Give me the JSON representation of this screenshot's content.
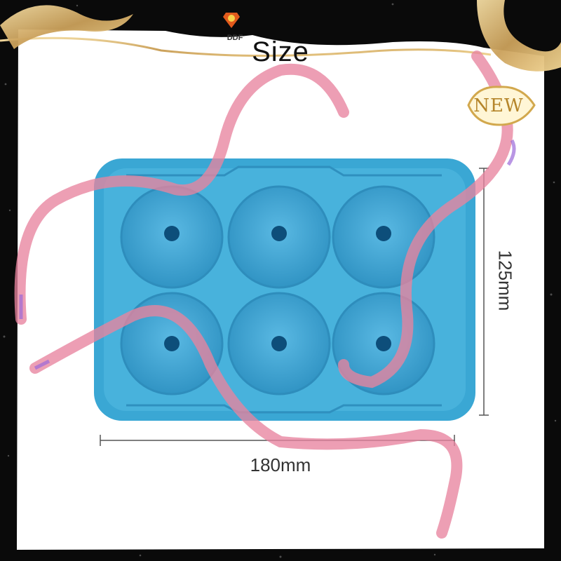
{
  "brand": {
    "logo_text": "DDF"
  },
  "title": "Size",
  "badge": {
    "label": "NEW"
  },
  "dimensions": {
    "width": "180mm",
    "height": "125mm"
  },
  "product": {
    "name": "six-cavity silicone ice mold",
    "cavities": 6,
    "color": "#3aa7d4"
  },
  "colors": {
    "frame": "#0a0a0a",
    "gold": "#d8b36a",
    "ribbon": "#e88aa6",
    "background": "#ffffff"
  }
}
